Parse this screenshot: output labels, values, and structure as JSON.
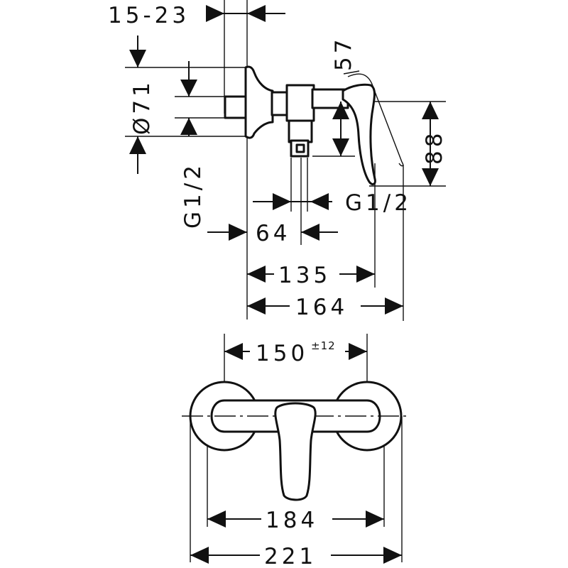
{
  "dimensions": {
    "wall_offset": "15-23",
    "diameter": "Ø71",
    "inlet_thread": "G1/2",
    "angle": "57",
    "height": "88",
    "outlet_thread": "G1/2",
    "outlet_offset": "64",
    "lever_reach": "135",
    "total_depth": "164",
    "centres": "150",
    "centres_tolerance": "±12",
    "body_width": "184",
    "overall_width": "221"
  }
}
